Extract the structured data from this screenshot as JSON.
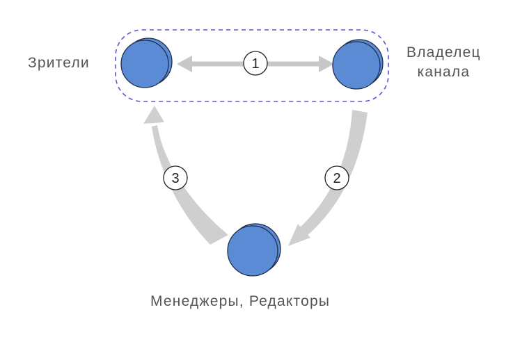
{
  "diagram": {
    "nodes": {
      "viewers": {
        "label": "Зрители"
      },
      "owner": {
        "label_line1": "Владелец",
        "label_line2": "канала"
      },
      "managers": {
        "label": "Менеджеры, Редакторы"
      }
    },
    "steps": [
      {
        "number": "1"
      },
      {
        "number": "2"
      },
      {
        "number": "3"
      }
    ],
    "colors": {
      "node_fill": "#5b8bd4",
      "node_stroke": "#1f2d4a",
      "arrow": "#c8c8c8",
      "group_border": "#5a57d6",
      "label_text": "#555555"
    }
  }
}
